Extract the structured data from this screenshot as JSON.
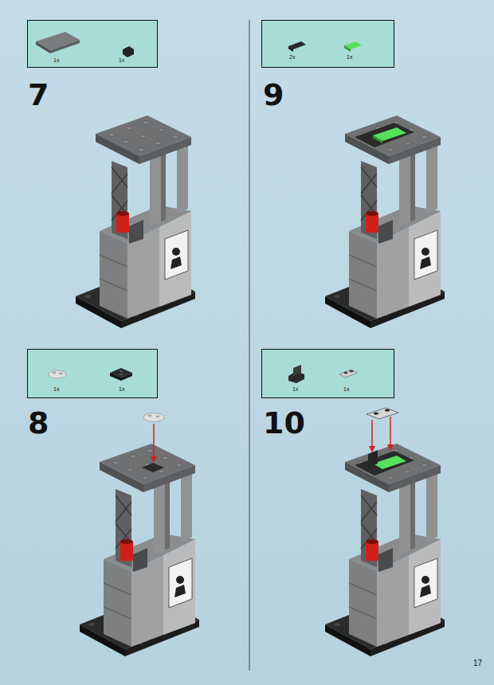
{
  "diagram": {
    "nodes": [
      {
        "text": [
          "1x",
          "1x"
        ]
      },
      {
        "text": [
          "2x",
          "1x"
        ]
      },
      {
        "text": [
          "1x",
          "1x"
        ]
      },
      {
        "text": [
          "1x",
          "1x"
        ]
      }
    ],
    "labels": [
      "7",
      "9",
      "8",
      "10",
      "17"
    ]
  }
}
